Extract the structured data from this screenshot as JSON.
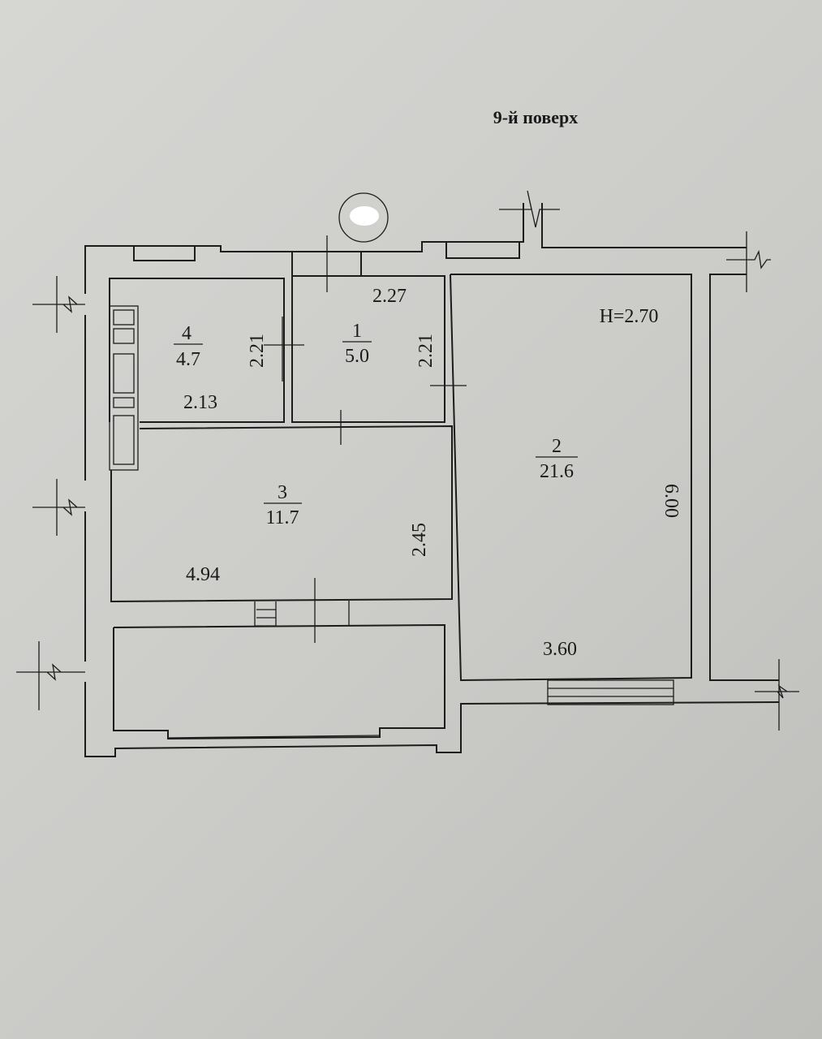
{
  "floor_title": "9-й поверх",
  "ceiling_height": "H=2.70",
  "rooms": [
    {
      "number": "1",
      "area": "5.0"
    },
    {
      "number": "2",
      "area": "21.6"
    },
    {
      "number": "3",
      "area": "11.7"
    },
    {
      "number": "4",
      "area": "4.7"
    }
  ],
  "dimensions": {
    "room1_width": "2.27",
    "room1_depth": "2.21",
    "room4_depth": "2.21",
    "room4_width": "2.13",
    "room3_width": "4.94",
    "room3_depth": "2.45",
    "room2_depth": "6.00",
    "room2_width": "3.60"
  }
}
